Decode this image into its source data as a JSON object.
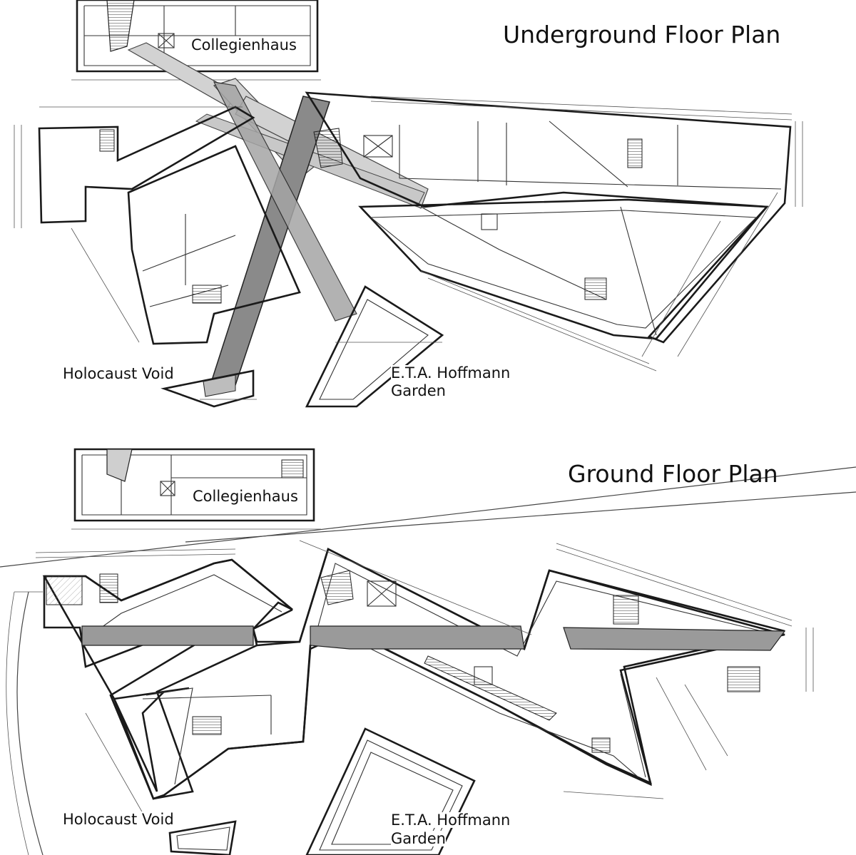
{
  "underground_plan": {
    "title": "Underground Floor Plan",
    "collegienhaus_label": "Collegienhaus",
    "holocaust_void_label": "Holocaust Void",
    "garden_label_line1": "E.T.A. Hoffmann",
    "garden_label_line2": "Garden"
  },
  "ground_plan": {
    "title": "Ground Floor Plan",
    "collegienhaus_label": "Collegienhaus",
    "holocaust_void_label": "Holocaust Void",
    "garden_label_line1": "E.T.A. Hoffmann",
    "garden_label_line2": "Garden"
  },
  "colors": {
    "axis_dark": "#8a8a8a",
    "axis_light": "#d2d2d2",
    "void_band": "#9a9a9a",
    "line": "#1a1a1a",
    "background": "#ffffff"
  }
}
